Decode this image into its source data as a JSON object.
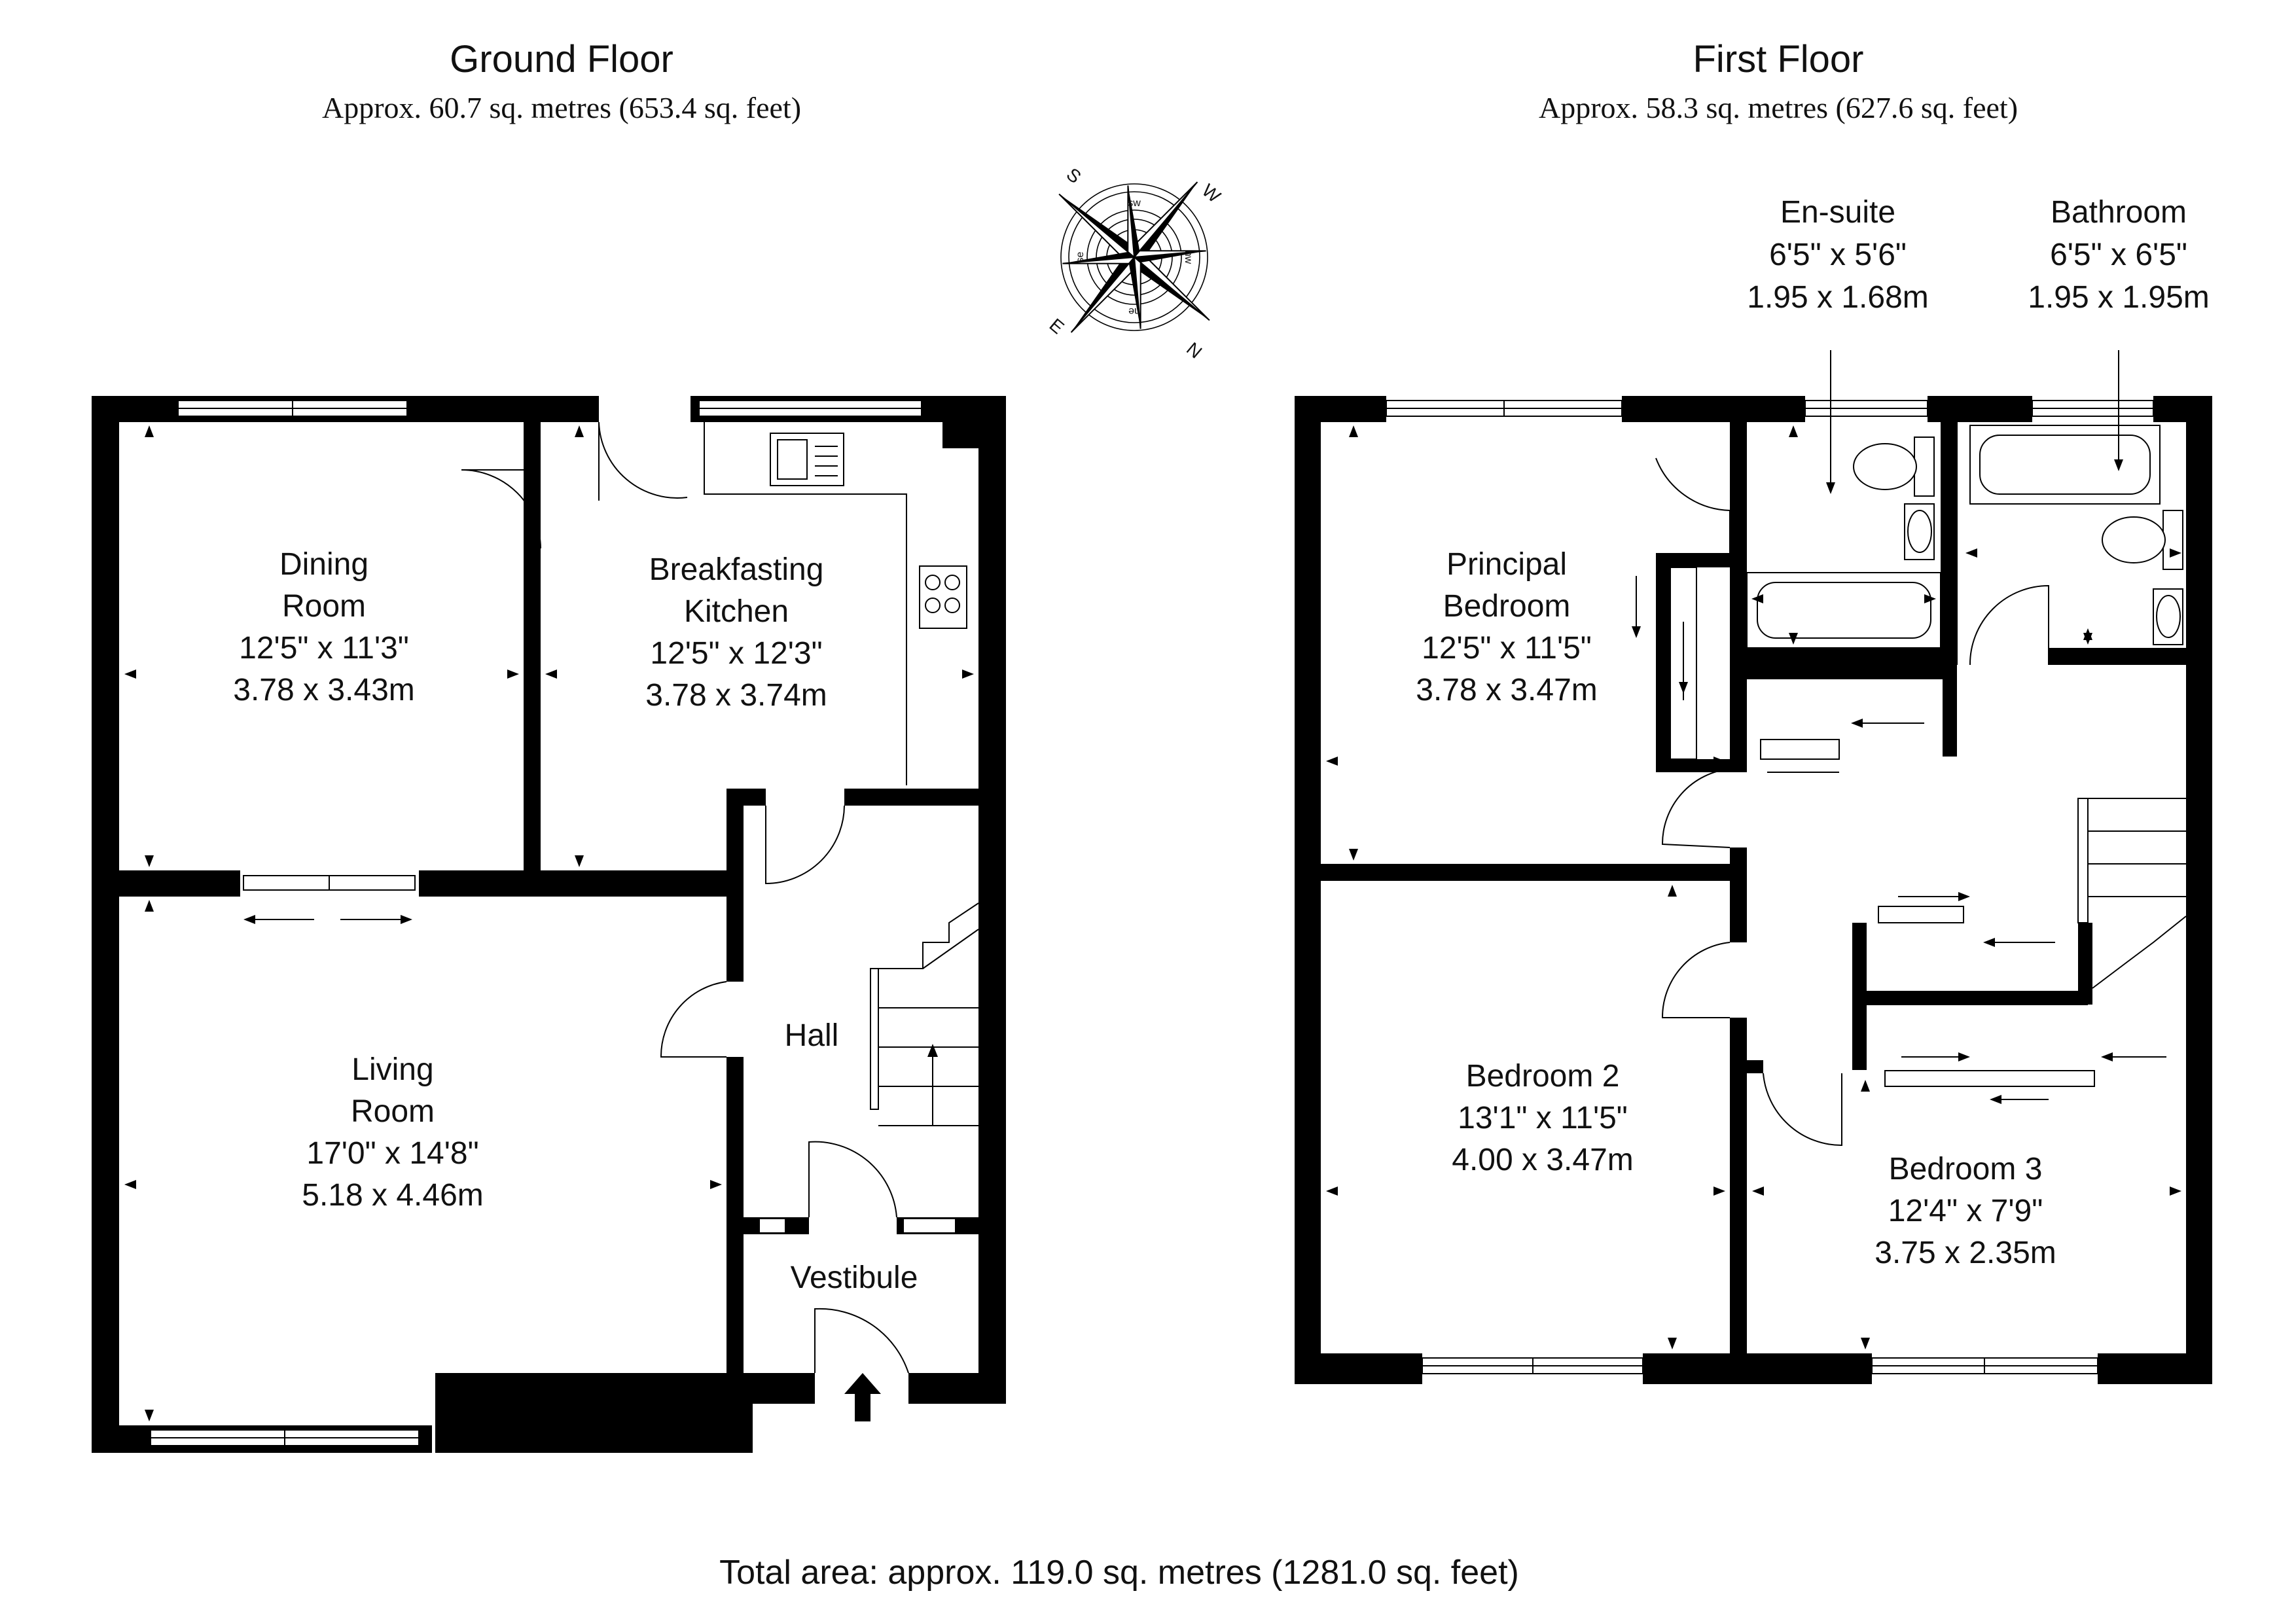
{
  "ground_floor": {
    "title": "Ground Floor",
    "area": "Approx. 60.7 sq. metres (653.4 sq. feet)",
    "rooms": {
      "dining": {
        "name1": "Dining",
        "name2": "Room",
        "imperial": "12'5\" x 11'3\"",
        "metric": "3.78 x 3.43m"
      },
      "kitchen": {
        "name1": "Breakfasting",
        "name2": "Kitchen",
        "imperial": "12'5\" x 12'3\"",
        "metric": "3.78 x 3.74m"
      },
      "living": {
        "name1": "Living",
        "name2": "Room",
        "imperial": "17'0\" x 14'8\"",
        "metric": "5.18 x 4.46m"
      },
      "hall": {
        "name": "Hall"
      },
      "vestibule": {
        "name": "Vestibule"
      }
    }
  },
  "first_floor": {
    "title": "First Floor",
    "area": "Approx. 58.3 sq. metres (627.6 sq. feet)",
    "rooms": {
      "ensuite": {
        "name": "En-suite",
        "imperial": "6'5\" x 5'6\"",
        "metric": "1.95 x 1.68m"
      },
      "bathroom": {
        "name": "Bathroom",
        "imperial": "6'5\" x 6'5\"",
        "metric": "1.95 x 1.95m"
      },
      "principal": {
        "name1": "Principal",
        "name2": "Bedroom",
        "imperial": "12'5\" x 11'5\"",
        "metric": "3.78 x 3.47m"
      },
      "bedroom2": {
        "name": "Bedroom 2",
        "imperial": "13'1\" x 11'5\"",
        "metric": "4.00 x 3.47m"
      },
      "bedroom3": {
        "name": "Bedroom 3",
        "imperial": "12'4\" x 7'9\"",
        "metric": "3.75 x 2.35m"
      }
    }
  },
  "compass": {
    "n": "N",
    "s": "S",
    "e": "E",
    "w": "W",
    "ne": "ne",
    "nw": "nw",
    "se": "se",
    "sw": "sw"
  },
  "total_area": "Total area: approx. 119.0 sq. metres (1281.0 sq. feet)"
}
